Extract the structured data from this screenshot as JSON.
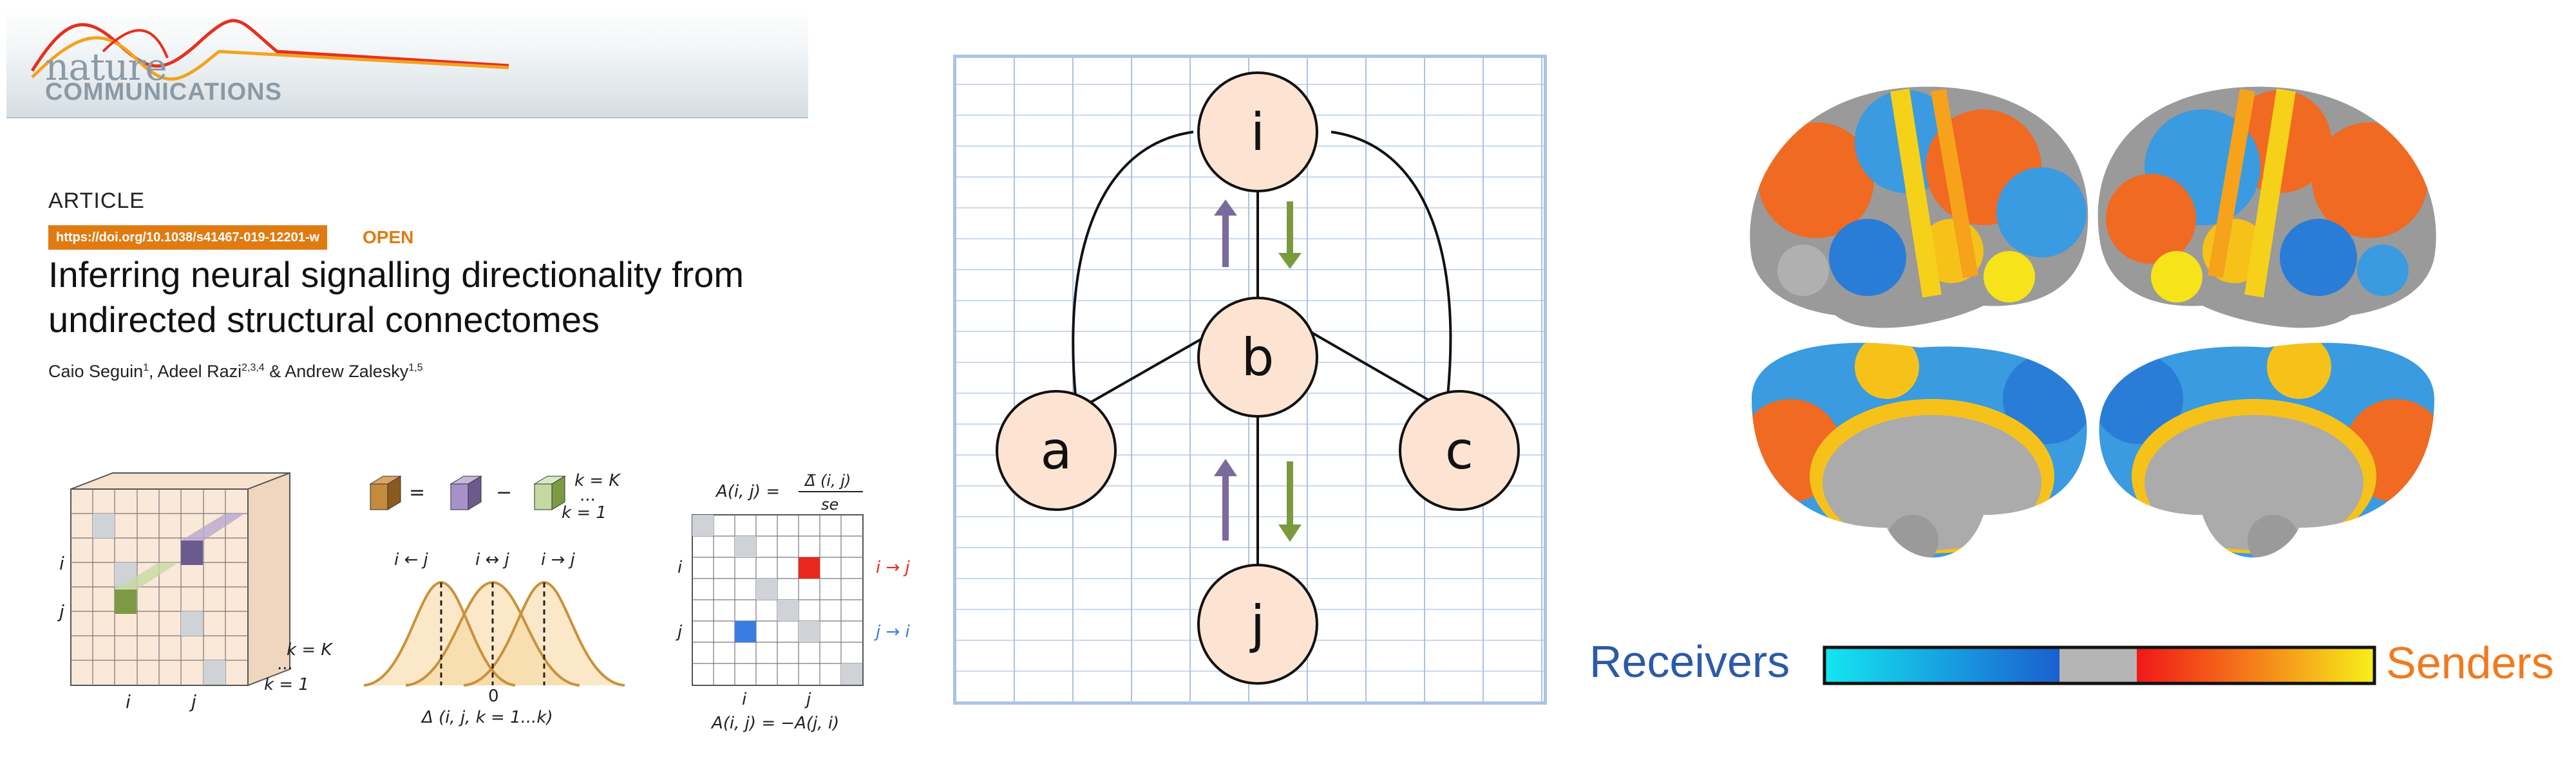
{
  "header": {
    "journal_name": "nature",
    "journal_sub": "COMMUNICATIONS"
  },
  "article": {
    "type": "ARTICLE",
    "doi": "https://doi.org/10.1038/s41467-019-12201-w",
    "open_label": "OPEN",
    "title_line1": "Inferring neural signalling directionality from",
    "title_line2": "undirected structural connectomes",
    "authors": [
      {
        "name": "Caio Seguin",
        "aff": "1"
      },
      {
        "name": "Adeel Razi",
        "aff": "2,3,4"
      },
      {
        "name": "Andrew Zalesky",
        "aff": "1,5"
      }
    ],
    "author_sep1": ", ",
    "author_sep2": " & "
  },
  "figure_labels": {
    "cube_i": "i",
    "cube_j": "j",
    "cube_bottom_i": "i",
    "cube_bottom_j": "j",
    "cube_kK": "k = K",
    "cube_dots": "...",
    "cube_k1": "k = 1",
    "eq_eq": "=",
    "eq_minus": "−",
    "eq_kK": "k = K",
    "eq_dots": "...",
    "eq_k1": "k = 1",
    "curve_left": "i ← j",
    "curve_mid": "i ↔ j",
    "curve_right": "i → j",
    "curve_zero": "0",
    "curve_axis": "Δ (i, j, k = 1...k)",
    "matrix_eq_lhs": "A(i, j) =",
    "matrix_eq_num": "Δ̅ (i, j)",
    "matrix_eq_den": "se",
    "matrix_i": "i",
    "matrix_j": "j",
    "matrix_bottom_i": "i",
    "matrix_bottom_j": "j",
    "matrix_legend_red": "i → j",
    "matrix_legend_blue": "j → i",
    "matrix_bottom_eq": "A(i, j) = −A(j, i)"
  },
  "network": {
    "nodes": [
      {
        "id": "i",
        "label": "i"
      },
      {
        "id": "b",
        "label": "b"
      },
      {
        "id": "a",
        "label": "a"
      },
      {
        "id": "c",
        "label": "c"
      },
      {
        "id": "j",
        "label": "j"
      }
    ],
    "arrow_colors": {
      "up": "#7b6a9e",
      "down": "#7b9a3e"
    }
  },
  "colorbar": {
    "left_label": "Receivers",
    "right_label": "Senders"
  },
  "colors": {
    "accent_orange": "#e07b12",
    "node_fill": "#fde4d2",
    "grid": "#a9c4e4",
    "receivers": "#2b5aa8",
    "senders": "#f07a1e"
  }
}
